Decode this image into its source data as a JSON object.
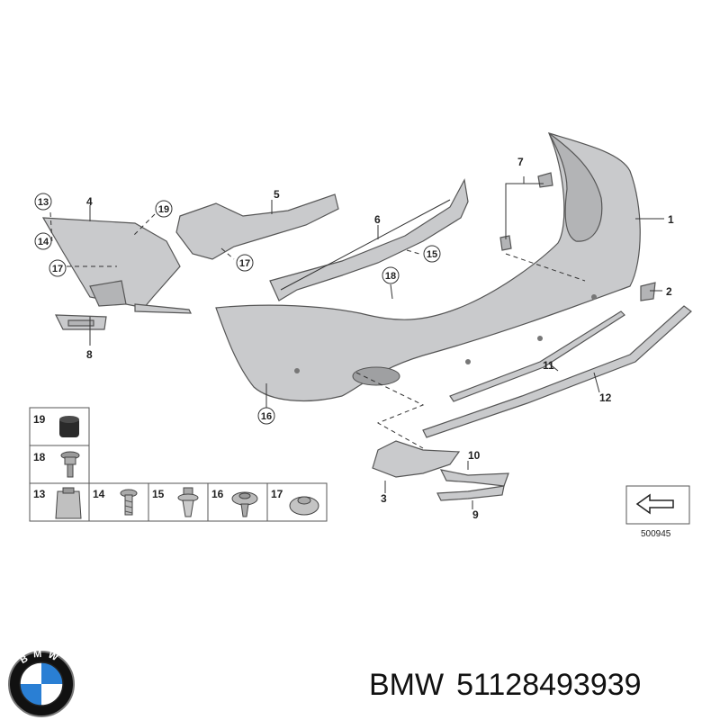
{
  "callouts": {
    "c1": "1",
    "c2": "2",
    "c3": "3",
    "c4": "4",
    "c5": "5",
    "c6": "6",
    "c7": "7",
    "c8": "8",
    "c9": "9",
    "c10": "10",
    "c11": "11",
    "c12": "12",
    "c13": "13",
    "c14": "14",
    "c15": "15",
    "c16": "16",
    "c17a": "17",
    "c17b": "17",
    "c18": "18",
    "c19": "19"
  },
  "legend": {
    "row1": [
      "19"
    ],
    "row2": [
      "18"
    ],
    "row3": [
      "13",
      "14",
      "15",
      "16",
      "17"
    ]
  },
  "diagram_code": "500945",
  "caption": {
    "brand": "BMW",
    "part_number": "51128493939"
  },
  "logo": {
    "letters": "BMW",
    "colors": {
      "blue": "#2a7fd4",
      "ring": "#111111",
      "white": "#ffffff"
    }
  }
}
